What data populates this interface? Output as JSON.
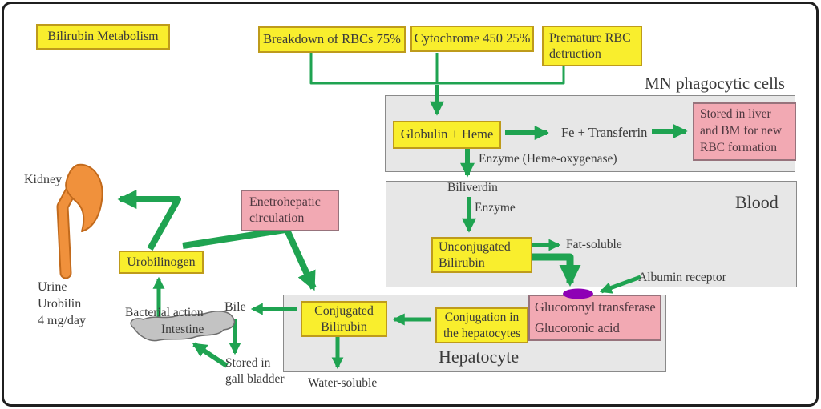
{
  "title": "Bilirubin Metabolism",
  "colors": {
    "green": "#1FA351",
    "yellow": "#F9EE2D",
    "yellow_border": "#BE9B1B",
    "pink": "#F2A9B3",
    "pink_border": "#97737C",
    "region_fill": "#E7E7E7",
    "region_border": "#8A8A8A",
    "purple": "#8E00B5",
    "orange": "#F0913C",
    "orange_border": "#C26A1C",
    "intestine_fill": "#C3C3C3",
    "intestine_border": "#6E6E6E",
    "text": "#3A3A3A"
  },
  "sources": {
    "breakdown": "Breakdown of RBCs 75%",
    "cytochrome": "Cytochrome 450 25%",
    "premature": "Premature RBC\ndetruction"
  },
  "mn_region": {
    "label": "MN phagocytic cells",
    "globulin_heme": "Globulin + Heme",
    "fe_transferrin": "Fe + Transferrin",
    "stored_liver": "Stored in liver\nand BM for new\nRBC formation",
    "enzyme_heme_oxygenase": "Enzyme (Heme-oxygenase)"
  },
  "blood_region": {
    "label": "Blood",
    "biliverdin": "Biliverdin",
    "enzyme": "Enzyme",
    "unconjugated_bilirubin": "Unconjugated\nBilirubin",
    "fat_soluble": "Fat-soluble",
    "albumin_receptor": "Albumin receptor"
  },
  "hepatocyte_region": {
    "label": "Hepatocyte",
    "conjugated_bilirubin": "Conjugated\nBilirubin",
    "conjugation_hepatocytes": "Conjugation in\nthe hepatocytes",
    "glucoronyl": "Glucoronyl transferase\nGlucoronic acid",
    "water_soluble": "Water-soluble",
    "bile": "Bile"
  },
  "excretion": {
    "enterohepatic": "Enetrohepatic\ncirculation",
    "urobilinogen": "Urobilinogen",
    "kidney": "Kidney",
    "urine": "Urine\nUrobilin\n4 mg/day",
    "bacterial_action": "Bacterial action",
    "intestine": "Intestine",
    "stored_gall": "Stored in\ngall bladder"
  }
}
